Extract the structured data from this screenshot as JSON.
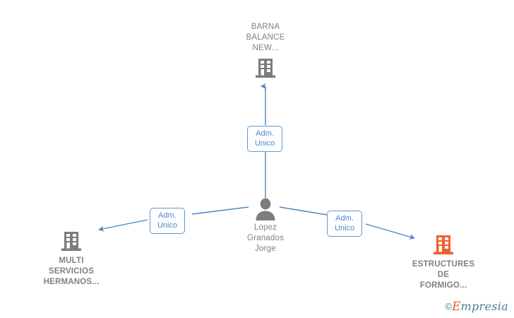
{
  "graph": {
    "accent_edge_color": "#4a86c8",
    "label_border_color": "#5b9bd5",
    "label_text_color": "#4a86c8",
    "node_text_color": "#808080",
    "company_gray": "#7d7d7d",
    "company_orange": "#f0602b",
    "person_gray": "#7d7d7d",
    "nodes": [
      {
        "id": "barna",
        "icon": "company-building-icon",
        "icon_color": "#7d7d7d",
        "label": "BARNA\nBALANCE\nNEW...",
        "label_position": "above",
        "bold": false
      },
      {
        "id": "lopez",
        "icon": "person-icon",
        "icon_color": "#7d7d7d",
        "label": "Lopez\nGranados\nJorge",
        "label_position": "below",
        "bold": false
      },
      {
        "id": "multi-servicios",
        "icon": "company-building-icon",
        "icon_color": "#7d7d7d",
        "label": "MULTI\nSERVICIOS\nHERMANOS...",
        "label_position": "below",
        "bold": true
      },
      {
        "id": "estructures",
        "icon": "company-building-icon",
        "icon_color": "#f0602b",
        "label": "ESTRUCTURES\nDE\nFORMIGO...",
        "label_position": "below",
        "bold": true
      }
    ],
    "edges": [
      {
        "id": "edge-lopez-barna",
        "from": "lopez",
        "to": "barna",
        "label": "Adm.\nUnico"
      },
      {
        "id": "edge-lopez-multi",
        "from": "lopez",
        "to": "multi-servicios",
        "label": "Adm.\nUnico"
      },
      {
        "id": "edge-lopez-estructures",
        "from": "lopez",
        "to": "estructures",
        "label": "Adm.\nUnico"
      }
    ]
  },
  "watermark": {
    "copyright": "©",
    "brand_first": "E",
    "brand_rest": "mpresia"
  }
}
